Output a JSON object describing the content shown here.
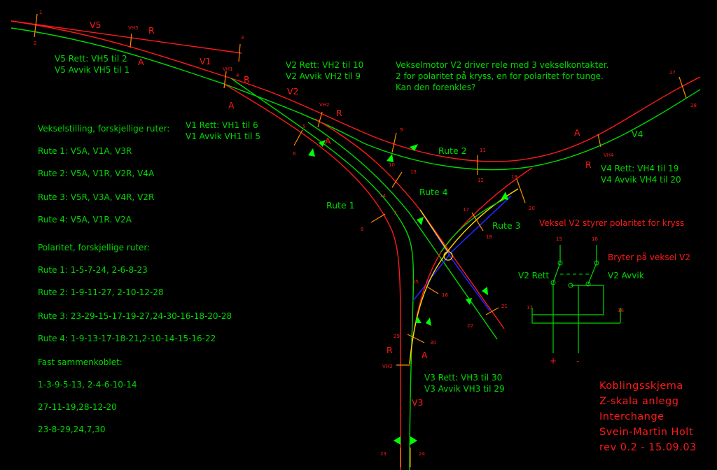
{
  "header": {
    "title_v5": "V5",
    "title_v1": "V1",
    "title_v2": "V2",
    "title_v3": "V3",
    "title_v4": "V4",
    "r": "R",
    "a": "A"
  },
  "labels": {
    "v5_notes": [
      "V5 Rett: VH5 til 2",
      "V5 Avvik VH5 til 1"
    ],
    "v1_notes": [
      "V1 Rett: VH1 til 6",
      "V1 Avvik VH1 til 5"
    ],
    "v2_notes": [
      "V2 Rett: VH2 til 10",
      "V2 Avvik VH2 til 9"
    ],
    "v4_notes": [
      "V4 Rett: VH4 til 19",
      "V4 Avvik VH4 til 20"
    ],
    "v3_notes": [
      "V3 Rett: VH3 til 30",
      "V3 Avvik VH3 til 29"
    ],
    "motor_note": [
      "Vekselmotor V2 driver rele med 3 vekselkontakter.",
      "2 for polaritet på kryss, en for polaritet for tunge.",
      "Kan den forenkles?"
    ],
    "routes": {
      "rute1": "Rute 1",
      "rute2": "Rute 2",
      "rute3": "Rute 3",
      "rute4": "Rute 4"
    },
    "veksel_v2_note": "Veksel V2 styrer polaritet for kryss",
    "bryter": "Bryter på veksel V2",
    "v2_rett": "V2 Rett",
    "v2_avvik": "V2 Avvik",
    "plus": "+",
    "minus": "-",
    "vh": {
      "vh5": "VH5",
      "vh1": "VH1",
      "vh2": "VH2",
      "vh4": "VH4",
      "vh3": "VH3"
    },
    "numbers": {
      "n1": "1",
      "n2": "2",
      "n3": "3",
      "n4": "4",
      "n5": "5",
      "n6": "6",
      "n7": "7",
      "n8": "8",
      "n9": "9",
      "n10": "10",
      "n11": "11",
      "n12": "12",
      "n13": "13",
      "n14": "14",
      "n15": "15",
      "n16": "16",
      "n17": "17",
      "n18": "18",
      "n19": "19",
      "n20": "20",
      "n21": "21",
      "n22": "22",
      "n23": "23",
      "n24": "24",
      "n27": "27",
      "n28": "28",
      "n29": "29",
      "n30": "30",
      "s15": "15",
      "s16": "16",
      "s17": "17",
      "s18": "18"
    }
  },
  "left_panel": {
    "heading1": "Vekselstilling, forskjellige ruter:",
    "positions": [
      "Rute 1: V5A, V1A, V3R",
      "Rute 2: V5A, V1R, V2R, V4A",
      "Rute 3: V5R, V3A, V4R, V2R",
      "Rute 4: V5A, V1R. V2A"
    ],
    "heading2": "Polaritet, forskjellige ruter:",
    "polarity": [
      "Rute 1: 1-5-7-24, 2-6-8-23",
      "Rute 2: 1-9-11-27, 2-10-12-28",
      "Rute 3: 23-29-15-17-19-27,24-30-16-18-20-28",
      "Rute 4: 1-9-13-17-18-21,2-10-14-15-16-22"
    ],
    "heading3": "Fast sammenkoblet:",
    "fixed": [
      "1-3-9-5-13, 2-4-6-10-14",
      "27-11-19,28-12-20",
      "23-8-29,24,7,30"
    ]
  },
  "title_block": [
    "Koblingsskjema",
    "Z-skala anlegg",
    "Interchange",
    "Svein-Martin Holt",
    "rev 0.2 - 15.09.03"
  ]
}
